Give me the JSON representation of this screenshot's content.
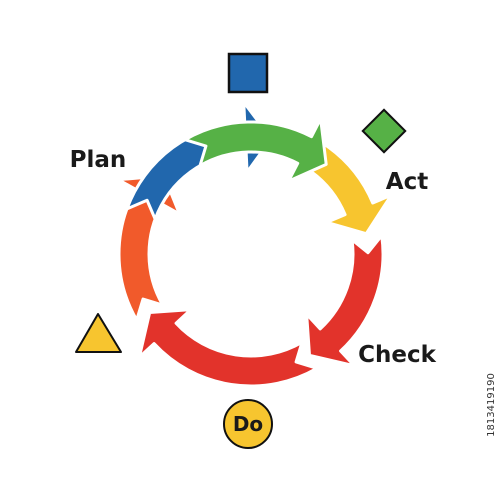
{
  "cycle": {
    "segments": [
      {
        "id": "plan-arrow",
        "color": "#2167ad"
      },
      {
        "id": "top-arrow",
        "color": "#56b146"
      },
      {
        "id": "act-arrow",
        "color": "#f7c52f"
      },
      {
        "id": "check-arrow",
        "color": "#e2332b"
      },
      {
        "id": "do-arrow",
        "color": "#e2332b"
      },
      {
        "id": "left-arrow",
        "color": "#f15a2b"
      }
    ],
    "labels": {
      "plan": "Plan",
      "act": "Act",
      "check": "Check",
      "do": "Do"
    }
  },
  "shapes": {
    "square": {
      "color": "#2167ad",
      "icon": "square-icon"
    },
    "diamond": {
      "color": "#56b146",
      "icon": "diamond-icon"
    },
    "triangle": {
      "color": "#f7c52f",
      "icon": "triangle-icon"
    },
    "circle": {
      "color": "#f7c52f",
      "icon": "circle-icon"
    }
  },
  "side_id": "1813419190"
}
